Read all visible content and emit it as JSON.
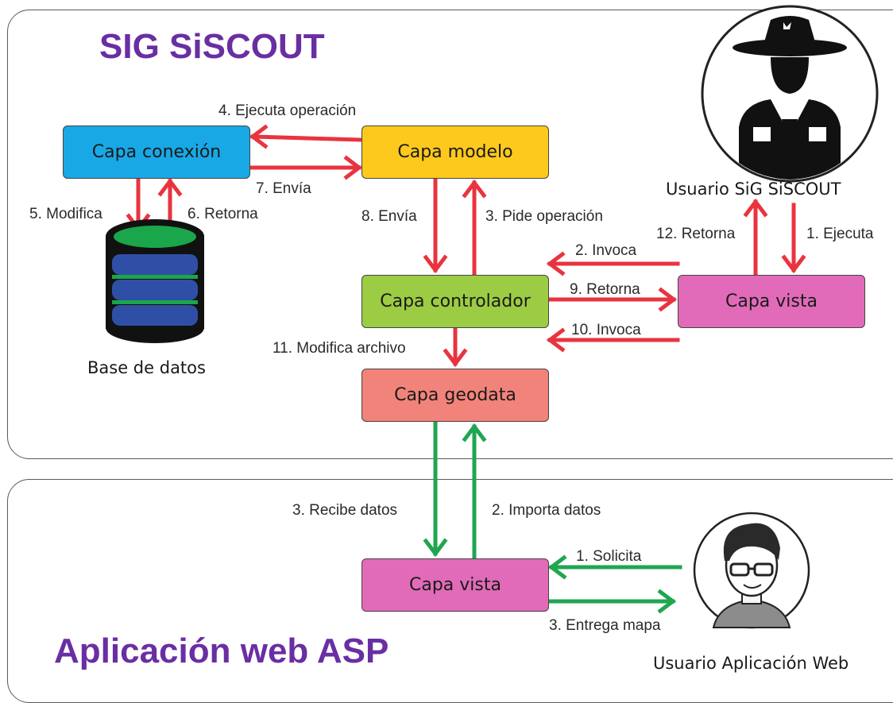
{
  "titles": {
    "top": "SIG SiSCOUT",
    "bottom": "Aplicación web ASP"
  },
  "boxes": {
    "conexion": "Capa conexión",
    "modelo": "Capa modelo",
    "controlador": "Capa controlador",
    "geodata": "Capa geodata",
    "vista_top": "Capa vista",
    "vista_bottom": "Capa vista"
  },
  "captions": {
    "database": "Base de datos",
    "user_sig": "Usuario SiG SiSCOUT",
    "user_web": "Usuario Aplicación Web"
  },
  "arrow_labels": {
    "ejecuta_operacion": "4. Ejecuta operación",
    "envia_7": "7. Envía",
    "modifica_5": "5. Modifica",
    "retorna_6": "6. Retorna",
    "envia_8": "8. Envía",
    "pide_operacion": "3. Pide operación",
    "retorna_12": "12. Retorna",
    "ejecuta_1": "1. Ejecuta",
    "invoca_2": "2. Invoca",
    "retorna_9": "9. Retorna",
    "invoca_10": "10. Invoca",
    "modifica_archivo": "11. Modifica archivo",
    "recibe_datos": "3. Recibe datos",
    "importa_datos": "2. Importa datos",
    "solicita": "1. Solicita",
    "entrega_mapa": "3. Entrega mapa"
  },
  "colors": {
    "title": "#6a2ea3",
    "arrow_red": "#e8343f",
    "arrow_green": "#1fa650",
    "conexion": "#18a8e6",
    "modelo": "#fdc91c",
    "controlador": "#9ccc44",
    "geodata": "#f2837a",
    "vista": "#e16bb8",
    "database_green": "#1aa64a",
    "database_blue": "#2f4fa6"
  },
  "icons": [
    "database-icon",
    "scout-user-icon",
    "web-user-icon"
  ]
}
